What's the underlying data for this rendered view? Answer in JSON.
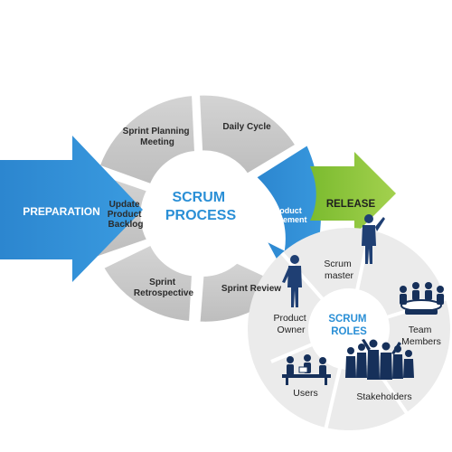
{
  "diagram": {
    "preparation": "PREPARATION",
    "release": "RELEASE",
    "center": {
      "line1": "SCRUM",
      "line2": "PROCESS"
    },
    "segments": {
      "sprint_planning": [
        "Sprint Planning",
        "Meeting"
      ],
      "daily_cycle": "Daily Cycle",
      "update_backlog": [
        "Update",
        "Product",
        "Backlog"
      ],
      "product_increment": [
        "Product",
        "Increment"
      ],
      "sprint_retrospective": [
        "Sprint",
        "Retrospective"
      ],
      "sprint_review": "Sprint Review"
    },
    "roles": {
      "center": {
        "line1": "SCRUM",
        "line2": "ROLES"
      },
      "scrum_master": [
        "Scrum",
        "master"
      ],
      "product_owner": [
        "Product",
        "Owner"
      ],
      "team_members": [
        "Team",
        "Members"
      ],
      "users": "Users",
      "stakeholders": "Stakeholders"
    },
    "colors": {
      "segment_gray": "#c9c9c9",
      "preparation_blue": "#2f8fd8",
      "increment_blue": "#2f8fd8",
      "release_green": "#8dc63f",
      "title_blue": "#2a8fd6",
      "people_navy": "#1f3f73"
    },
    "icons": [
      "person-icon",
      "team-meeting-icon",
      "users-at-desk-icon",
      "stakeholders-crowd-icon"
    ]
  }
}
